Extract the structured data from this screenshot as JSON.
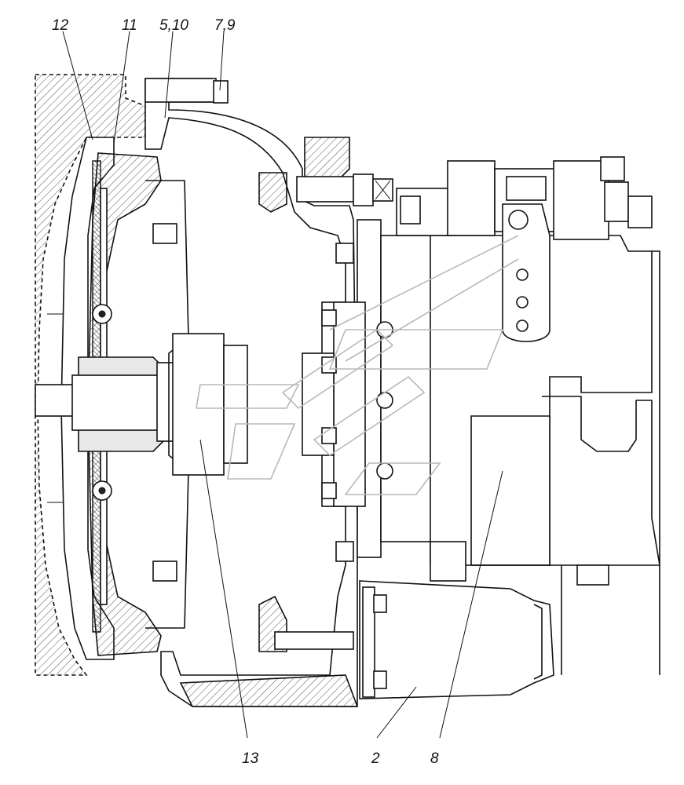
{
  "callouts": {
    "top": [
      "12",
      "11",
      "5,10",
      "7,9"
    ],
    "bottom": [
      "13",
      "2",
      "8"
    ]
  }
}
